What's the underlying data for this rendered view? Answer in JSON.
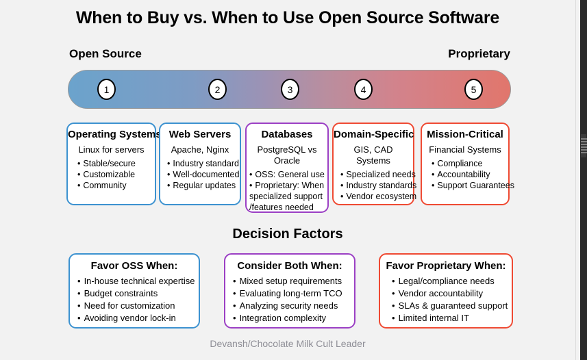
{
  "page": {
    "background": "#f2f2f2",
    "title": "When to Buy vs. When to Use Open Source Software",
    "footer": "Devansh/Chocolate Milk Cult Leader"
  },
  "spectrum": {
    "left_label": "Open Source",
    "right_label": "Proprietary",
    "gradient_from": "#6ba3cc",
    "gradient_to": "#e1766c",
    "nodes": [
      "1",
      "2",
      "3",
      "4",
      "5"
    ]
  },
  "categories": [
    {
      "title": "Operating Systems",
      "subtitle": "Linux for servers",
      "accent": "#3c92d0",
      "bullets": [
        "Stable/secure",
        "Customizable",
        "Community"
      ]
    },
    {
      "title": "Web Servers",
      "subtitle": "Apache, Nginx",
      "accent": "#3c92d0",
      "bullets": [
        "Industry standard",
        "Well-documented",
        "Regular updates"
      ]
    },
    {
      "title": "Databases",
      "subtitle": "PostgreSQL vs Oracle",
      "accent": "#9b3fc4",
      "bullets": [
        "OSS: General use",
        "Proprietary: When specialized support /features needed"
      ]
    },
    {
      "title": "Domain-Specific",
      "subtitle": "GIS, CAD Systems",
      "accent": "#ef4a33",
      "bullets": [
        "Specialized needs",
        "Industry standards",
        "Vendor ecosystem"
      ]
    },
    {
      "title": "Mission-Critical",
      "subtitle": "Financial Systems",
      "accent": "#ef4a33",
      "bullets": [
        "Compliance",
        "Accountability",
        "Support Guarantees"
      ]
    }
  ],
  "decision": {
    "heading": "Decision Factors",
    "cards": [
      {
        "title": "Favor OSS When:",
        "accent": "#3c92d0",
        "bullets": [
          "In-house technical expertise",
          "Budget constraints",
          "Need for customization",
          "Avoiding vendor lock-in"
        ]
      },
      {
        "title": "Consider Both When:",
        "accent": "#9b3fc4",
        "bullets": [
          "Mixed setup requirements",
          "Evaluating long-term TCO",
          "Analyzing security needs",
          "Integration complexity"
        ]
      },
      {
        "title": "Favor Proprietary When:",
        "accent": "#ef4a33",
        "bullets": [
          "Legal/compliance needs",
          "Vendor accountability",
          "SLAs & guaranteed support",
          "Limited internal IT"
        ]
      }
    ]
  }
}
